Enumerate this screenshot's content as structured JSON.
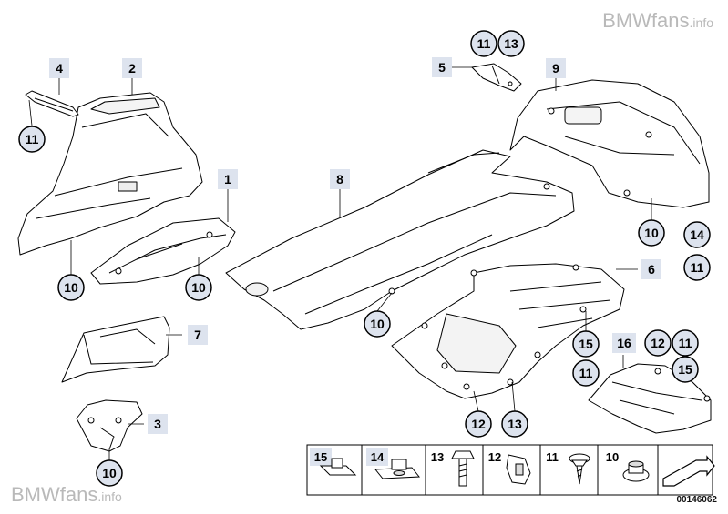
{
  "watermark": {
    "brand": "BMWfans",
    "suffix": ".info"
  },
  "callouts": {
    "1": "1",
    "2": "2",
    "3": "3",
    "4": "4",
    "5": "5",
    "6": "6",
    "7": "7",
    "8": "8",
    "9": "9",
    "16": "16"
  },
  "circles": {
    "c11_topleft": "11",
    "c11_top": "11",
    "c13_top": "13",
    "c10_p2": "10",
    "c10_p1": "10",
    "c10_p8": "10",
    "c10_p9": "10",
    "c14_right": "14",
    "c11_right": "11",
    "c15_p6": "15",
    "c11_p6": "11",
    "c12_p16": "12",
    "c11_p16": "11",
    "c15_p16": "15",
    "c12_bottom": "12",
    "c13_bottom": "13",
    "c10_p3": "10"
  },
  "legend": {
    "items": [
      {
        "number": "15",
        "icon": "spring-nut-icon"
      },
      {
        "number": "14",
        "icon": "clip-nut-icon"
      },
      {
        "number": "13",
        "icon": "hex-bolt-icon"
      },
      {
        "number": "12",
        "icon": "expanding-nut-icon"
      },
      {
        "number": "11",
        "icon": "screw-washer-icon"
      },
      {
        "number": "10",
        "icon": "grommet-nut-icon"
      }
    ],
    "part_number": "00146062"
  },
  "colors": {
    "label_bg": "#dde3ee",
    "line": "#000000",
    "part_fill": "#ffffff",
    "watermark": "#b9b9b9"
  }
}
